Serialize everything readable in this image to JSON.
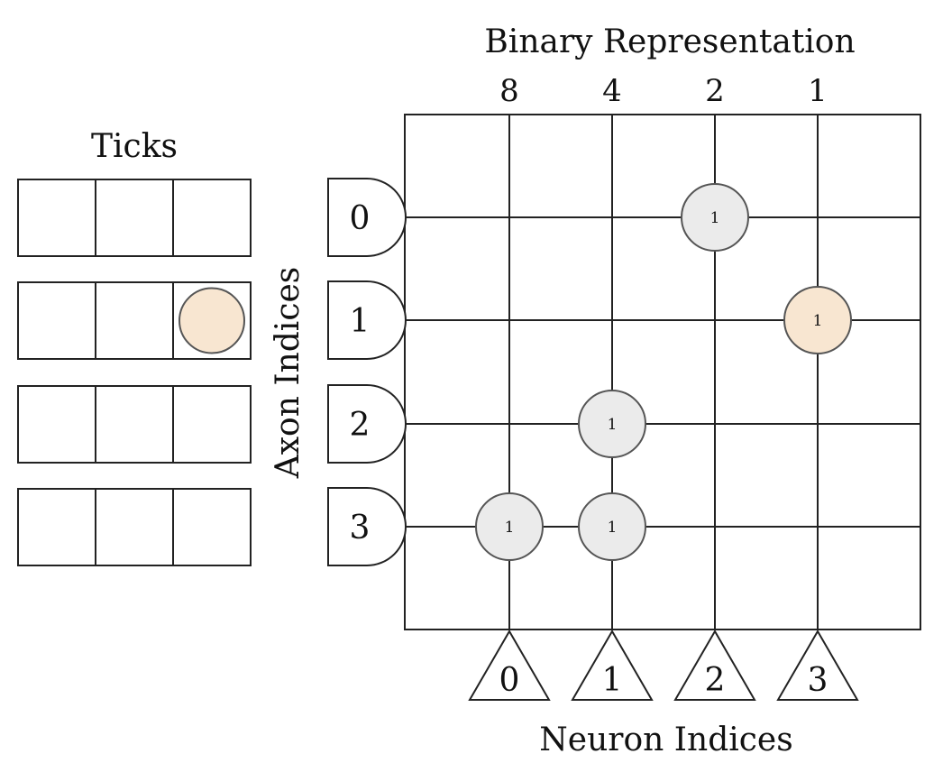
{
  "titles": {
    "binary": "Binary Representation",
    "ticks": "Ticks",
    "axon": "Axon Indices",
    "neuron": "Neuron Indices"
  },
  "binary_weights": [
    "8",
    "4",
    "2",
    "1"
  ],
  "axon_labels": [
    "0",
    "1",
    "2",
    "3"
  ],
  "neuron_labels": [
    "0",
    "1",
    "2",
    "3"
  ],
  "ticks": {
    "rows": 4,
    "cols": 3,
    "marked": [
      {
        "row": 1,
        "col": 2
      }
    ]
  },
  "synapses": [
    {
      "axon": 0,
      "neuron": 2,
      "label": "1",
      "highlight": false
    },
    {
      "axon": 1,
      "neuron": 3,
      "label": "1",
      "highlight": true
    },
    {
      "axon": 2,
      "neuron": 1,
      "label": "1",
      "highlight": false
    },
    {
      "axon": 3,
      "neuron": 0,
      "label": "1",
      "highlight": false
    },
    {
      "axon": 3,
      "neuron": 1,
      "label": "1",
      "highlight": false
    }
  ],
  "colors": {
    "synapse_fill": "#ebebeb",
    "highlight_fill": "#f8e6d1",
    "stroke": "#555555"
  }
}
